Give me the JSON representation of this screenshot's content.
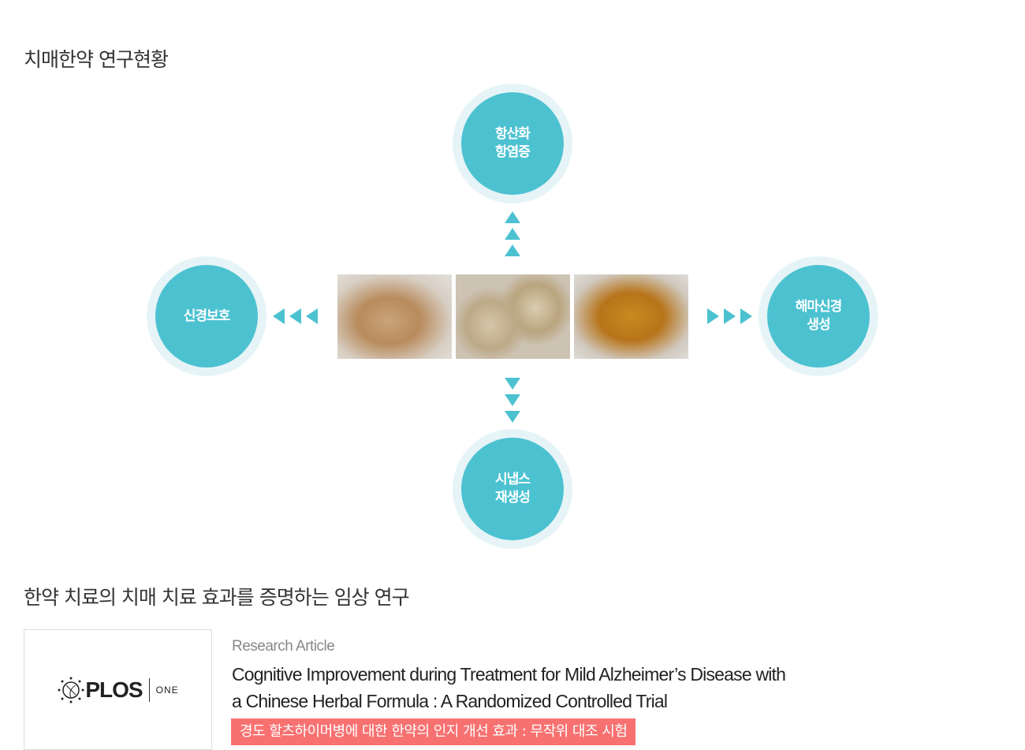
{
  "section1": {
    "title": "치매한약 연구현황"
  },
  "diagram": {
    "top": {
      "line1": "항산화",
      "line2": "항염증"
    },
    "left": {
      "line1": "신경보호"
    },
    "right": {
      "line1": "해마신경",
      "line2": "생성"
    },
    "bottom": {
      "line1": "시냅스",
      "line2": "재생성"
    }
  },
  "section2": {
    "title": "한약 치료의 치매 치료 효과를 증명하는 임상 연구"
  },
  "article": {
    "logo": {
      "brand": "PLOS",
      "sub": "ONE"
    },
    "type": "Research Article",
    "title_line1": "Cognitive Improvement during Treatment for Mild Alzheimer’s Disease with",
    "title_line2": "a Chinese Herbal Formula : A Randomized Controlled Trial",
    "korean_title": "경도 할츠하이머병에 대한 한약의 인지 개선 효과 : 무작위 대조 시험",
    "highlight_color": "#f87171"
  },
  "colors": {
    "accent": "#4cc2d1",
    "ring": "#e6f4f7"
  }
}
